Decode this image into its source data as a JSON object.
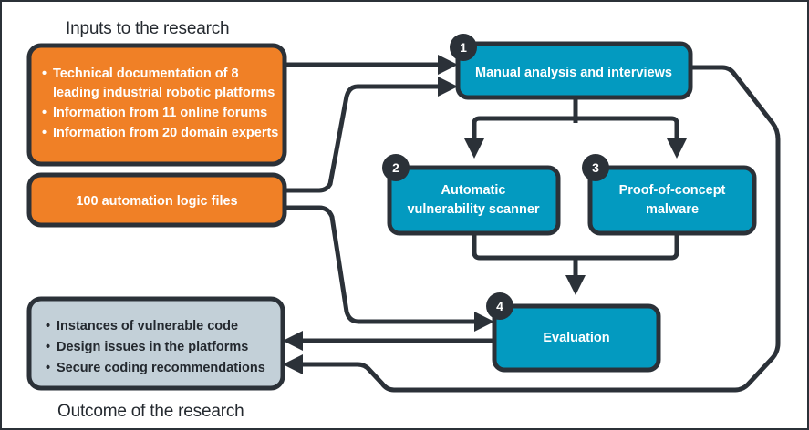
{
  "diagram": {
    "title_top": "Inputs to the research",
    "title_bottom": "Outcome of the research",
    "colors": {
      "orange": "#F08026",
      "blue": "#039AC0",
      "grey": "#C3D0D8",
      "outline": "#2b3138",
      "badge": "#2b3138",
      "page_bg": "#ffffff",
      "text_light": "#ffffff",
      "text_dark": "#24292f"
    },
    "inputs": [
      {
        "id": "inputs-box",
        "kind": "orange",
        "bullets": [
          "Technical documentation of 8",
          "leading industrial robotic platforms",
          "Information from 11 online forums",
          "Information from 20 domain experts"
        ]
      },
      {
        "id": "logic-files-box",
        "kind": "orange",
        "label": "100 automation logic files"
      }
    ],
    "outcome": {
      "id": "outcome-box",
      "kind": "grey",
      "bullets": [
        "Instances of vulnerable code",
        "Design issues in the platforms",
        "Secure coding recommendations"
      ]
    },
    "steps": [
      {
        "number": "1",
        "label_lines": [
          "Manual analysis and interviews"
        ]
      },
      {
        "number": "2",
        "label_lines": [
          "Automatic",
          "vulnerability scanner"
        ]
      },
      {
        "number": "3",
        "label_lines": [
          "Proof-of-concept",
          "malware"
        ]
      },
      {
        "number": "4",
        "label_lines": [
          "Evaluation"
        ]
      }
    ]
  }
}
